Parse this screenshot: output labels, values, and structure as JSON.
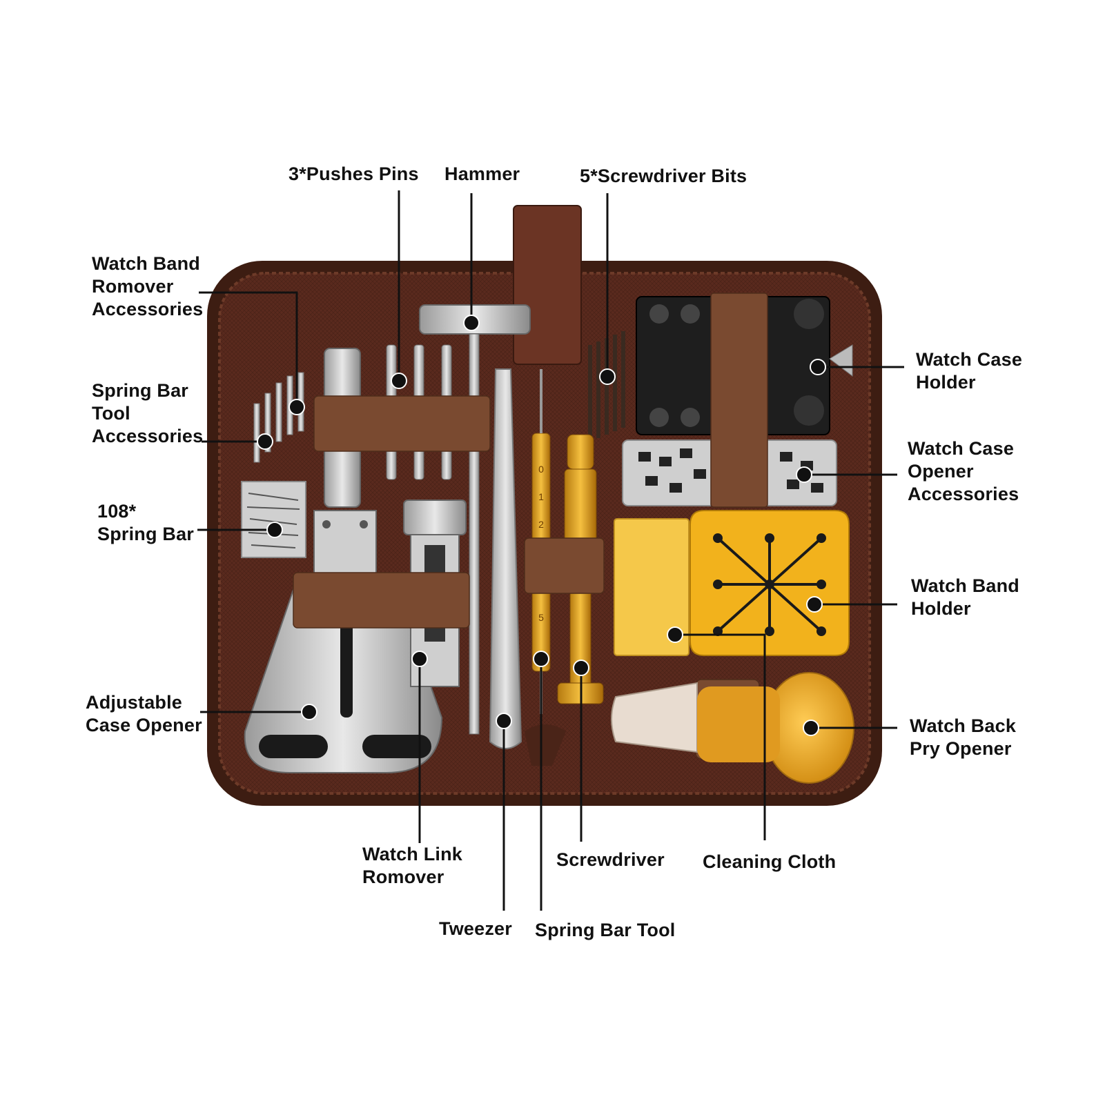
{
  "colors": {
    "background": "#ffffff",
    "case_outer": "#4a2416",
    "case_inner": "#5a2a1e",
    "strap": "#7a4a30",
    "steel": "#c8c8c8",
    "black_parts": "#1a1a1a",
    "gold": "#e0a020",
    "yellow_holder": "#f2b21c",
    "cloth": "#f5c84a",
    "leader": "#111111"
  },
  "labels": {
    "pushes_pins": "3*Pushes Pins",
    "hammer": "Hammer",
    "screwdriver_bits": "5*Screwdriver Bits",
    "band_remover_acc": [
      "Watch Band",
      "Romover",
      "Accessories"
    ],
    "spring_bar_tool_acc": [
      "Spring Bar",
      "Tool",
      "Accessories"
    ],
    "spring_bar": [
      "108*",
      "Spring Bar"
    ],
    "adjustable_case_opener": [
      "Adjustable",
      "Case Opener"
    ],
    "watch_case_holder": [
      "Watch Case",
      "Holder"
    ],
    "case_opener_acc": [
      "Watch Case",
      "Opener",
      "Accessories"
    ],
    "watch_band_holder": [
      "Watch Band",
      "Holder"
    ],
    "back_pry_opener": [
      "Watch Back",
      "Pry Opener"
    ],
    "link_remover": [
      "Watch Link",
      "Romover"
    ],
    "screwdriver": "Screwdriver",
    "cleaning_cloth": "Cleaning Cloth",
    "tweezer": "Tweezer",
    "spring_bar_tool": "Spring Bar Tool"
  },
  "spring_bar_tool_markings": [
    "0",
    "1",
    "2",
    "5"
  ]
}
